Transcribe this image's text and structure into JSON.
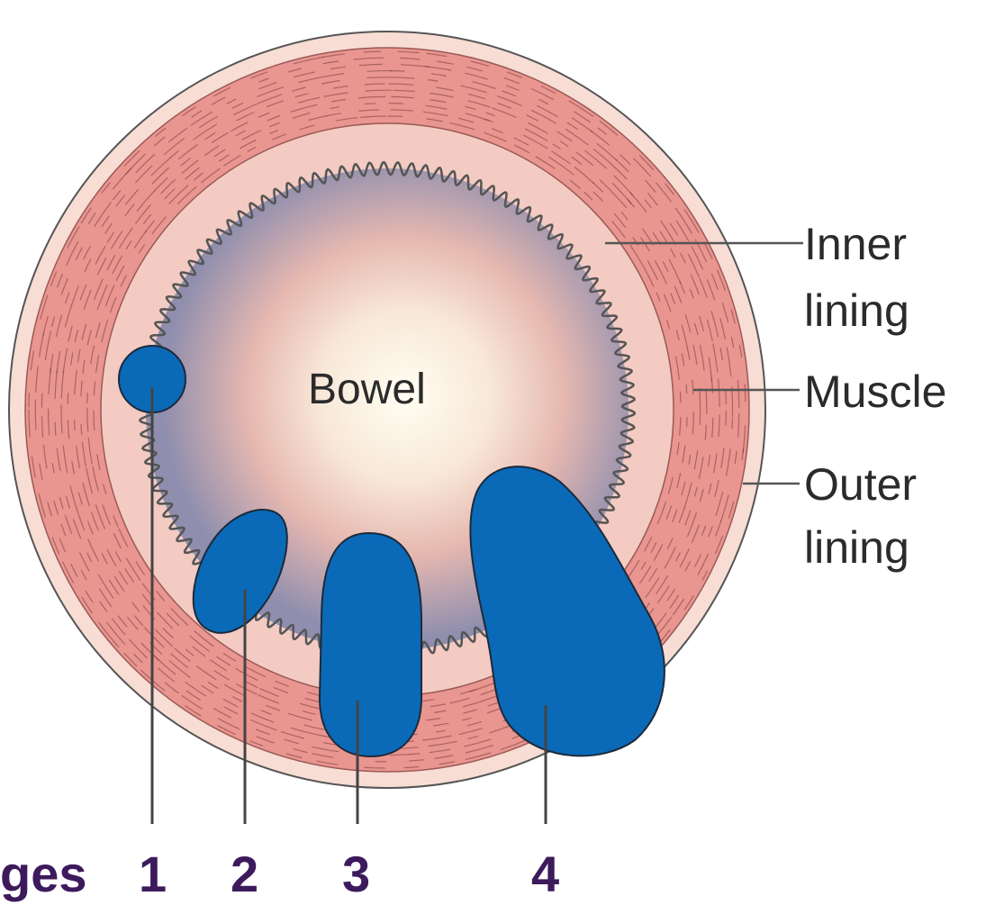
{
  "diagram": {
    "center_label": "Bowel",
    "layers": [
      {
        "key": "inner",
        "lines": [
          "Inner",
          "lining"
        ]
      },
      {
        "key": "muscle",
        "lines": [
          "Muscle"
        ]
      },
      {
        "key": "outer",
        "lines": [
          "Outer",
          "lining"
        ]
      }
    ],
    "stages_word": "ges",
    "stage_numbers": [
      "1",
      "2",
      "3",
      "4"
    ],
    "colors": {
      "tumor": "#0a6ab8",
      "tumor_outline": "#1c2a3a",
      "muscle": "#e99590",
      "outer_lining": "#f8ddd5",
      "stage_text": "#3d1a5c",
      "lumen_center": "#fffef0",
      "lumen_edge": "#8f8eae"
    }
  }
}
